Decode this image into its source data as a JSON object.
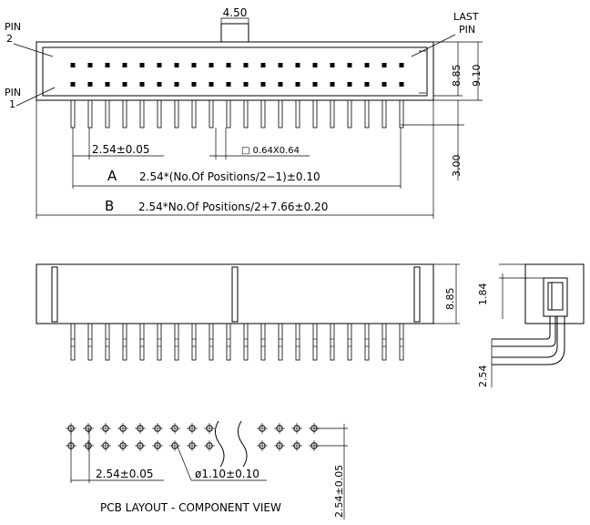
{
  "top_view": {
    "key_width": "4.50",
    "last_pin": [
      "LAST",
      "PIN"
    ],
    "pin2": [
      "PIN",
      "2"
    ],
    "pin1": [
      "PIN",
      "1"
    ],
    "height_inner": "8.85",
    "height_outer": "9.10",
    "pitch": "2.54±0.05",
    "pin_size": "□ 0.64X0.64",
    "dim_a_letter": "A",
    "dim_a_formula": "2.54*(No.Of Positions/2−1)±0.10",
    "dim_b_letter": "B",
    "dim_b_formula": "2.54*No.Of Positions/2+7.66±0.20",
    "tail_length": "3.00"
  },
  "front_view": {
    "height": "8.85"
  },
  "side_view": {
    "top_dim": "1.84",
    "bottom_dim": "2.54"
  },
  "pcb_layout": {
    "pitch": "2.54±0.05",
    "hole_dia": "ø1.10±0.10",
    "row_pitch": "2.54±0.05",
    "caption": "PCB LAYOUT - COMPONENT VIEW"
  }
}
